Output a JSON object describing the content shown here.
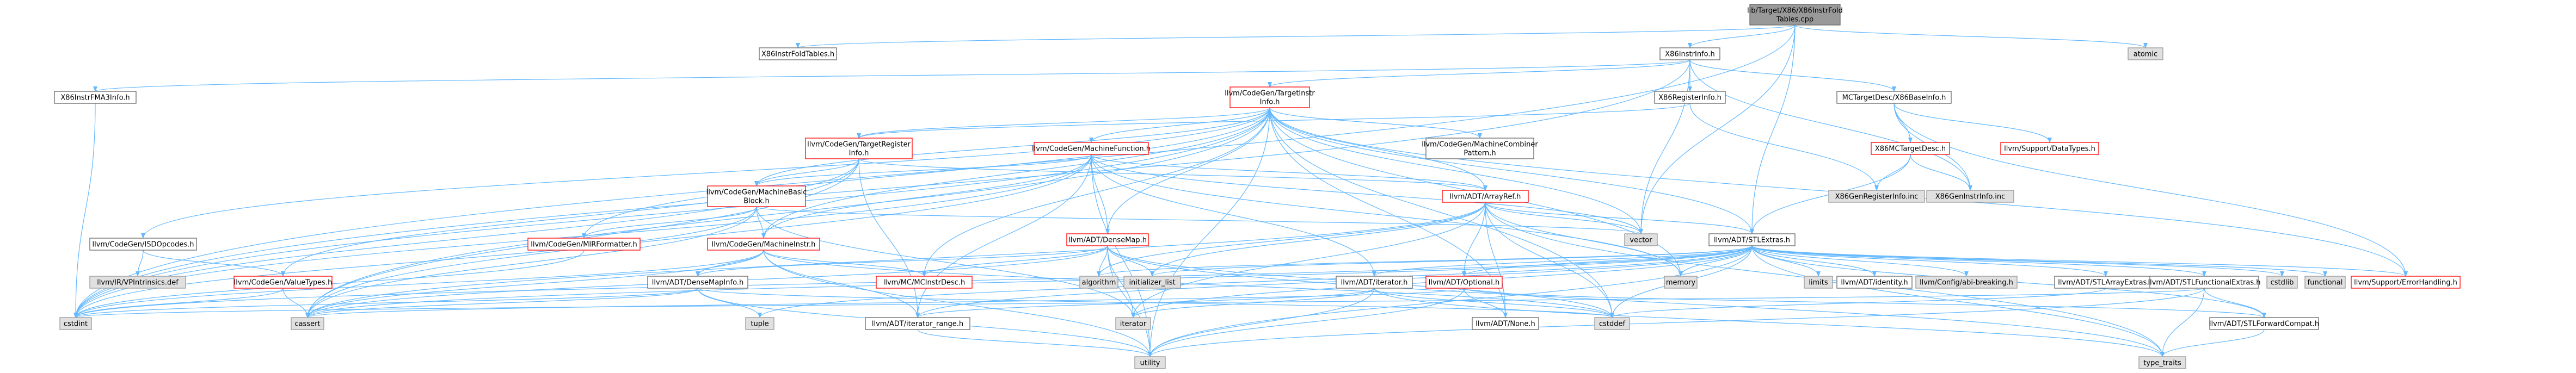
{
  "graph": {
    "nodes": [
      {
        "id": "root",
        "lines": [
          "lib/Target/X86/X86InstrFold",
          "Tables.cpp"
        ],
        "style": "root"
      },
      {
        "id": "foldtables",
        "lines": [
          "X86InstrFoldTables.h"
        ],
        "style": "local"
      },
      {
        "id": "instrinfo",
        "lines": [
          "X86InstrInfo.h"
        ],
        "style": "local"
      },
      {
        "id": "atomic",
        "lines": [
          "atomic"
        ],
        "style": "sys"
      },
      {
        "id": "fma3",
        "lines": [
          "X86InstrFMA3Info.h"
        ],
        "style": "local"
      },
      {
        "id": "tii",
        "lines": [
          "llvm/CodeGen/TargetInstr",
          "Info.h"
        ],
        "style": "red"
      },
      {
        "id": "reginfo",
        "lines": [
          "X86RegisterInfo.h"
        ],
        "style": "local"
      },
      {
        "id": "mcbase",
        "lines": [
          "MCTargetDesc/X86BaseInfo.h"
        ],
        "style": "local"
      },
      {
        "id": "tri",
        "lines": [
          "llvm/CodeGen/TargetRegister",
          "Info.h"
        ],
        "style": "red"
      },
      {
        "id": "mf",
        "lines": [
          "llvm/CodeGen/MachineFunction.h"
        ],
        "style": "red"
      },
      {
        "id": "combiner",
        "lines": [
          "llvm/CodeGen/MachineCombiner",
          "Pattern.h"
        ],
        "style": "local"
      },
      {
        "id": "x86mcdesc",
        "lines": [
          "X86MCTargetDesc.h"
        ],
        "style": "red"
      },
      {
        "id": "datatypes",
        "lines": [
          "llvm/Support/DataTypes.h"
        ],
        "style": "red"
      },
      {
        "id": "mbb",
        "lines": [
          "llvm/CodeGen/MachineBasic",
          "Block.h"
        ],
        "style": "red"
      },
      {
        "id": "arrayref",
        "lines": [
          "llvm/ADT/ArrayRef.h"
        ],
        "style": "red"
      },
      {
        "id": "genreg",
        "lines": [
          "X86GenRegisterInfo.inc"
        ],
        "style": "sys"
      },
      {
        "id": "geninstr",
        "lines": [
          "X86GenInstrInfo.inc"
        ],
        "style": "sys"
      },
      {
        "id": "isdopcodes",
        "lines": [
          "llvm/CodeGen/ISDOpcodes.h"
        ],
        "style": "local"
      },
      {
        "id": "mirformatter",
        "lines": [
          "llvm/CodeGen/MIRFormatter.h"
        ],
        "style": "red"
      },
      {
        "id": "machineinstr",
        "lines": [
          "llvm/CodeGen/MachineInstr.h"
        ],
        "style": "red"
      },
      {
        "id": "densemap",
        "lines": [
          "llvm/ADT/DenseMap.h"
        ],
        "style": "red"
      },
      {
        "id": "vector",
        "lines": [
          "vector"
        ],
        "style": "sys"
      },
      {
        "id": "stlextras",
        "lines": [
          "llvm/ADT/STLExtras.h"
        ],
        "style": "local"
      },
      {
        "id": "vpintr",
        "lines": [
          "llvm/IR/VPIntrinsics.def"
        ],
        "style": "sys"
      },
      {
        "id": "valuetypes",
        "lines": [
          "llvm/CodeGen/ValueTypes.h"
        ],
        "style": "red"
      },
      {
        "id": "densemapinfo",
        "lines": [
          "llvm/ADT/DenseMapInfo.h"
        ],
        "style": "local"
      },
      {
        "id": "mcinstrdesc",
        "lines": [
          "llvm/MC/MCInstrDesc.h"
        ],
        "style": "red"
      },
      {
        "id": "algorithm",
        "lines": [
          "algorithm"
        ],
        "style": "sys"
      },
      {
        "id": "initlist",
        "lines": [
          "initializer_list"
        ],
        "style": "sys"
      },
      {
        "id": "adtiterator",
        "lines": [
          "llvm/ADT/iterator.h"
        ],
        "style": "local"
      },
      {
        "id": "optional",
        "lines": [
          "llvm/ADT/Optional.h"
        ],
        "style": "red"
      },
      {
        "id": "memory",
        "lines": [
          "memory"
        ],
        "style": "sys"
      },
      {
        "id": "limits",
        "lines": [
          "limits"
        ],
        "style": "sys"
      },
      {
        "id": "identity",
        "lines": [
          "llvm/ADT/identity.h"
        ],
        "style": "local"
      },
      {
        "id": "breaking",
        "lines": [
          "llvm/Config/abi-breaking.h"
        ],
        "style": "sys"
      },
      {
        "id": "stlarray",
        "lines": [
          "llvm/ADT/STLArrayExtras.h"
        ],
        "style": "local"
      },
      {
        "id": "stlfunc",
        "lines": [
          "llvm/ADT/STLFunctionalExtras.h"
        ],
        "style": "local"
      },
      {
        "id": "cstdlib",
        "lines": [
          "cstdlib"
        ],
        "style": "sys"
      },
      {
        "id": "functional",
        "lines": [
          "functional"
        ],
        "style": "sys"
      },
      {
        "id": "errhandling",
        "lines": [
          "llvm/Support/ErrorHandling.h"
        ],
        "style": "red"
      },
      {
        "id": "cstdint",
        "lines": [
          "cstdint"
        ],
        "style": "sys"
      },
      {
        "id": "cassert",
        "lines": [
          "cassert"
        ],
        "style": "sys"
      },
      {
        "id": "tuple",
        "lines": [
          "tuple"
        ],
        "style": "sys"
      },
      {
        "id": "iterrange",
        "lines": [
          "llvm/ADT/iterator_range.h"
        ],
        "style": "local"
      },
      {
        "id": "iterator",
        "lines": [
          "iterator"
        ],
        "style": "sys"
      },
      {
        "id": "none",
        "lines": [
          "llvm/ADT/None.h"
        ],
        "style": "local"
      },
      {
        "id": "cstddef",
        "lines": [
          "cstddef"
        ],
        "style": "sys"
      },
      {
        "id": "stlforward",
        "lines": [
          "llvm/ADT/STLForwardCompat.h"
        ],
        "style": "local"
      },
      {
        "id": "utility",
        "lines": [
          "utility"
        ],
        "style": "sys"
      },
      {
        "id": "typetraits",
        "lines": [
          "type_traits"
        ],
        "style": "sys"
      }
    ],
    "edges": [
      [
        "root",
        "foldtables"
      ],
      [
        "root",
        "instrinfo"
      ],
      [
        "root",
        "atomic"
      ],
      [
        "root",
        "vector"
      ],
      [
        "root",
        "stlextras"
      ],
      [
        "root",
        "cstdint"
      ],
      [
        "instrinfo",
        "fma3"
      ],
      [
        "instrinfo",
        "tii"
      ],
      [
        "instrinfo",
        "reginfo"
      ],
      [
        "instrinfo",
        "mcbase"
      ],
      [
        "instrinfo",
        "geninstr"
      ],
      [
        "instrinfo",
        "vector"
      ],
      [
        "instrinfo",
        "cstdint"
      ],
      [
        "fma3",
        "cstdint"
      ],
      [
        "tii",
        "tri"
      ],
      [
        "tii",
        "mf"
      ],
      [
        "tii",
        "combiner"
      ],
      [
        "tii",
        "mbb"
      ],
      [
        "tii",
        "arrayref"
      ],
      [
        "tii",
        "isdopcodes"
      ],
      [
        "tii",
        "mirformatter"
      ],
      [
        "tii",
        "machineinstr"
      ],
      [
        "tii",
        "densemap"
      ],
      [
        "tii",
        "vector"
      ],
      [
        "tii",
        "stlextras"
      ],
      [
        "tii",
        "mcinstrdesc"
      ],
      [
        "tii",
        "none"
      ],
      [
        "tii",
        "errhandling"
      ],
      [
        "tii",
        "cassert"
      ],
      [
        "tii",
        "cstddef"
      ],
      [
        "tii",
        "cstdint"
      ],
      [
        "tii",
        "utility"
      ],
      [
        "tii",
        "memory"
      ],
      [
        "reginfo",
        "tri"
      ],
      [
        "reginfo",
        "genreg"
      ],
      [
        "mcbase",
        "x86mcdesc"
      ],
      [
        "mcbase",
        "datatypes"
      ],
      [
        "mcbase",
        "errhandling"
      ],
      [
        "mcbase",
        "geninstr"
      ],
      [
        "x86mcdesc",
        "genreg"
      ],
      [
        "x86mcdesc",
        "geninstr"
      ],
      [
        "x86mcdesc",
        "stlextras"
      ],
      [
        "tri",
        "arrayref"
      ],
      [
        "tri",
        "mbb"
      ],
      [
        "tri",
        "valuetypes"
      ],
      [
        "tri",
        "iterrange"
      ],
      [
        "tri",
        "cstdint"
      ],
      [
        "tri",
        "cassert"
      ],
      [
        "mf",
        "arrayref"
      ],
      [
        "mf",
        "mbb"
      ],
      [
        "mf",
        "densemap"
      ],
      [
        "mf",
        "machineinstr"
      ],
      [
        "mf",
        "adtiterator"
      ],
      [
        "mf",
        "iterrange"
      ],
      [
        "mf",
        "cassert"
      ],
      [
        "mf",
        "cstdint"
      ],
      [
        "mf",
        "memory"
      ],
      [
        "mf",
        "utility"
      ],
      [
        "mf",
        "vector"
      ],
      [
        "mbb",
        "machineinstr"
      ],
      [
        "mbb",
        "mirformatter"
      ],
      [
        "mbb",
        "iterator"
      ],
      [
        "mbb",
        "cassert"
      ],
      [
        "mbb",
        "cstdint"
      ],
      [
        "mbb",
        "vector"
      ],
      [
        "arrayref",
        "stlextras"
      ],
      [
        "arrayref",
        "none"
      ],
      [
        "arrayref",
        "algorithm"
      ],
      [
        "arrayref",
        "cassert"
      ],
      [
        "arrayref",
        "cstddef"
      ],
      [
        "arrayref",
        "initlist"
      ],
      [
        "arrayref",
        "iterator"
      ],
      [
        "arrayref",
        "memory"
      ],
      [
        "arrayref",
        "typetraits"
      ],
      [
        "arrayref",
        "vector"
      ],
      [
        "arrayref",
        "optional"
      ],
      [
        "isdopcodes",
        "vpintr"
      ],
      [
        "isdopcodes",
        "valuetypes"
      ],
      [
        "valuetypes",
        "cassert"
      ],
      [
        "valuetypes",
        "cstdint"
      ],
      [
        "mirformatter",
        "cstdint"
      ],
      [
        "machineinstr",
        "densemapinfo"
      ],
      [
        "machineinstr",
        "mcinstrdesc"
      ],
      [
        "machineinstr",
        "iterrange"
      ],
      [
        "machineinstr",
        "cassert"
      ],
      [
        "machineinstr",
        "cstddef"
      ],
      [
        "machineinstr",
        "cstdint"
      ],
      [
        "machineinstr",
        "utility"
      ],
      [
        "densemap",
        "densemapinfo"
      ],
      [
        "densemap",
        "algorithm"
      ],
      [
        "densemap",
        "cassert"
      ],
      [
        "densemap",
        "cstddef"
      ],
      [
        "densemap",
        "initlist"
      ],
      [
        "densemap",
        "iterator"
      ],
      [
        "densemap",
        "typetraits"
      ],
      [
        "densemap",
        "utility"
      ],
      [
        "densemap",
        "mcinstrdesc"
      ],
      [
        "densemapinfo",
        "cassert"
      ],
      [
        "densemapinfo",
        "cstddef"
      ],
      [
        "densemapinfo",
        "cstdint"
      ],
      [
        "densemapinfo",
        "tuple"
      ],
      [
        "densemapinfo",
        "utility"
      ],
      [
        "stlextras",
        "adtiterator"
      ],
      [
        "stlextras",
        "optional"
      ],
      [
        "stlextras",
        "memory"
      ],
      [
        "stlextras",
        "limits"
      ],
      [
        "stlextras",
        "identity"
      ],
      [
        "stlextras",
        "breaking"
      ],
      [
        "stlextras",
        "stlarray"
      ],
      [
        "stlextras",
        "stlfunc"
      ],
      [
        "stlextras",
        "cstdlib"
      ],
      [
        "stlextras",
        "functional"
      ],
      [
        "stlextras",
        "errhandling"
      ],
      [
        "stlextras",
        "algorithm"
      ],
      [
        "stlextras",
        "cassert"
      ],
      [
        "stlextras",
        "cstddef"
      ],
      [
        "stlextras",
        "cstdint"
      ],
      [
        "stlextras",
        "initlist"
      ],
      [
        "stlextras",
        "iterator"
      ],
      [
        "stlextras",
        "iterrange"
      ],
      [
        "stlextras",
        "stlforward"
      ],
      [
        "stlextras",
        "tuple"
      ],
      [
        "stlextras",
        "typetraits"
      ],
      [
        "stlextras",
        "utility"
      ],
      [
        "adtiterator",
        "iterrange"
      ],
      [
        "adtiterator",
        "cstddef"
      ],
      [
        "adtiterator",
        "iterator"
      ],
      [
        "adtiterator",
        "typetraits"
      ],
      [
        "adtiterator",
        "utility"
      ],
      [
        "iterrange",
        "utility"
      ],
      [
        "optional",
        "none"
      ],
      [
        "optional",
        "stlforward"
      ],
      [
        "optional",
        "cassert"
      ],
      [
        "optional",
        "cstring"
      ],
      [
        "optional",
        "utility"
      ],
      [
        "stlarray",
        "cstddef"
      ],
      [
        "stlfunc",
        "stlforward"
      ],
      [
        "stlfunc",
        "typetraits"
      ],
      [
        "stlfunc",
        "cstdint"
      ],
      [
        "stlfunc",
        "utility"
      ],
      [
        "stlforward",
        "typetraits"
      ]
    ]
  }
}
